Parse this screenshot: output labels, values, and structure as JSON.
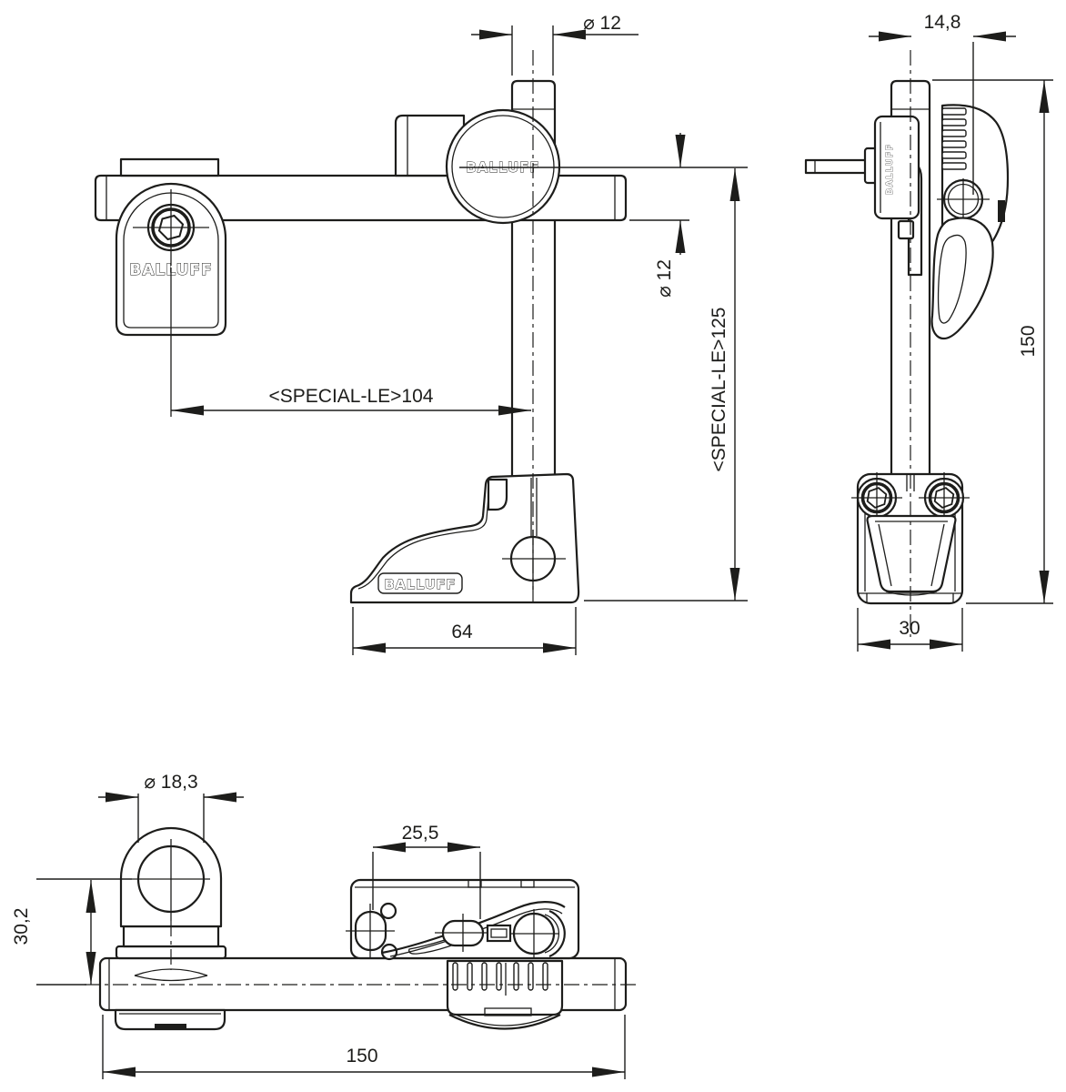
{
  "brand": {
    "name": "BALLUFF"
  },
  "colors": {
    "line": "#1d1d1b",
    "background": "#ffffff"
  },
  "dimensions": {
    "front": {
      "rod_diameter": "⌀ 12",
      "bar_diameter": "⌀ 12",
      "arm_length": "<SPECIAL-LE>104",
      "overall_height": "<SPECIAL-LE>125",
      "base_width": "64"
    },
    "side": {
      "head_width": "14,8",
      "overall_height": "150",
      "base_depth": "30"
    },
    "bottom": {
      "bore_diameter": "⌀ 18,3",
      "lever_offset": "25,5",
      "clamp_height": "30,2",
      "overall_length": "150"
    }
  }
}
